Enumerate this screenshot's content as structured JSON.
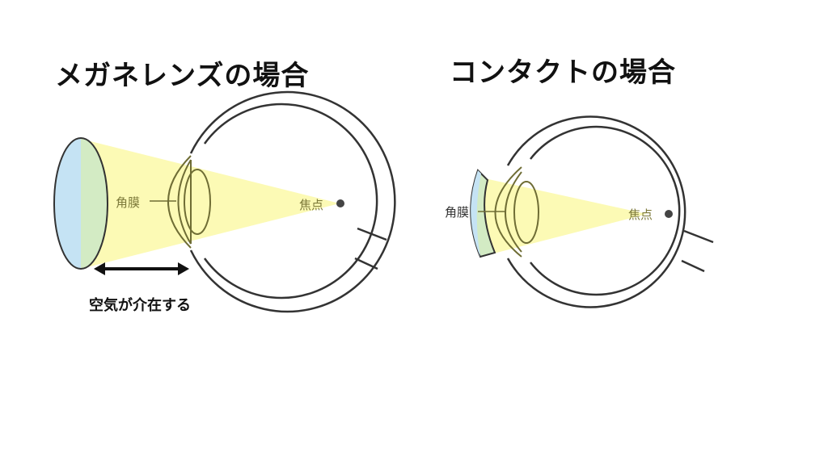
{
  "left": {
    "title": "メガネレンズの場合",
    "cornea_label": "角膜",
    "focus_label": "焦点",
    "air_label": "空気が介在する"
  },
  "right": {
    "title": "コンタクトの場合",
    "cornea_label": "角膜",
    "focus_label": "焦点"
  },
  "colors": {
    "light": "#fbf9a8",
    "lens_blue": "#c5e3f4",
    "lens_green": "#d3ebc4",
    "stroke": "#333333",
    "label": "#7d7a3a"
  }
}
